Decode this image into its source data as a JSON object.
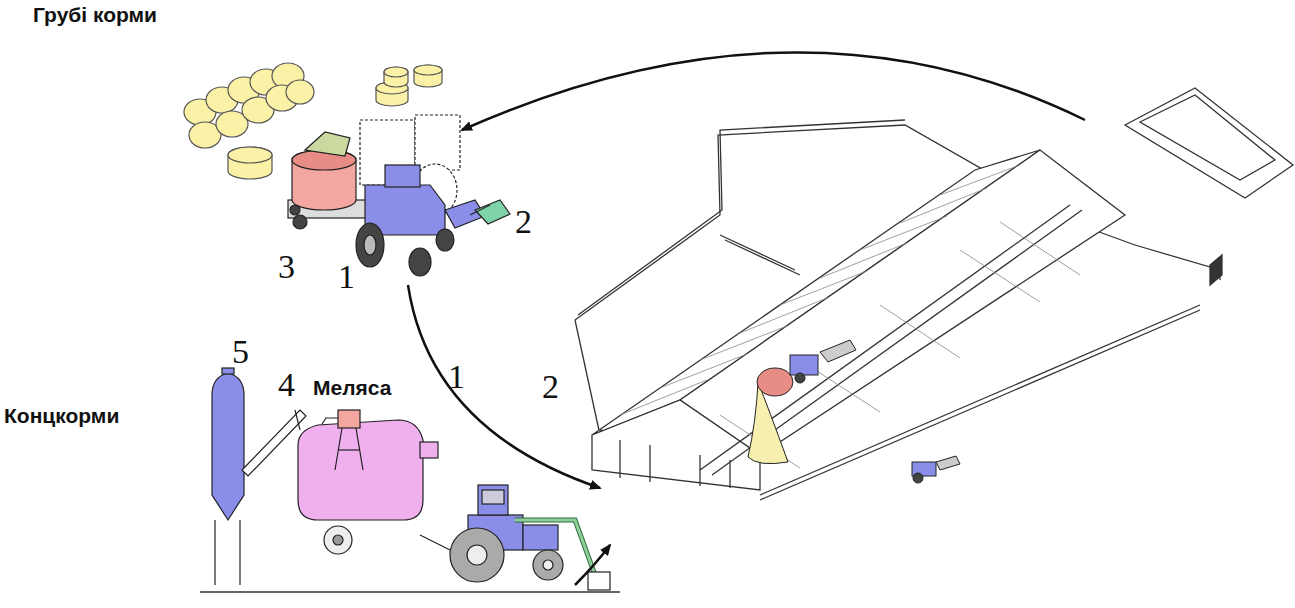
{
  "diagram": {
    "labels": [
      "Грубі корми",
      "2",
      "3",
      "1",
      "Концкорми",
      "5",
      "Меляса",
      "4",
      "1",
      "2"
    ]
  }
}
